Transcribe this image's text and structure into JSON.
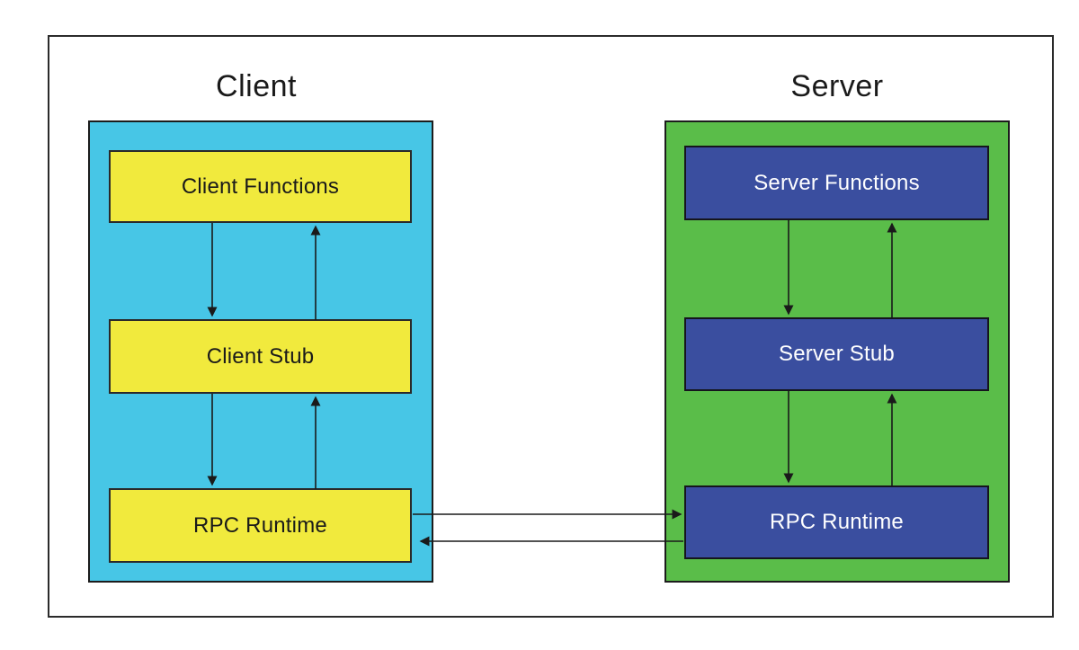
{
  "diagram": {
    "client": {
      "title": "Client",
      "boxes": [
        {
          "label": "Client Functions"
        },
        {
          "label": "Client Stub"
        },
        {
          "label": "RPC Runtime"
        }
      ]
    },
    "server": {
      "title": "Server",
      "boxes": [
        {
          "label": "Server Functions"
        },
        {
          "label": "Server Stub"
        },
        {
          "label": "RPC Runtime"
        }
      ]
    },
    "connections": [
      "client-functions -> client-stub (down)",
      "client-stub -> client-functions (up)",
      "client-stub -> client-rpc-runtime (down)",
      "client-rpc-runtime -> client-stub (up)",
      "server-functions -> server-stub (down)",
      "server-stub -> server-functions (up)",
      "server-stub -> server-rpc-runtime (down)",
      "server-rpc-runtime -> server-stub (up)",
      "client-rpc-runtime -> server-rpc-runtime (right)",
      "server-rpc-runtime -> client-rpc-runtime (left)"
    ],
    "colors": {
      "client_panel": "#47c6e6",
      "client_box_fill": "#f1ea3d",
      "server_panel": "#5abd49",
      "server_box_fill": "#3a4e9f",
      "dark_text": "#1a1a1a",
      "light_text": "#ffffff",
      "arrow": "#1a1a1a",
      "frame_border": "#2b2b2b"
    }
  }
}
